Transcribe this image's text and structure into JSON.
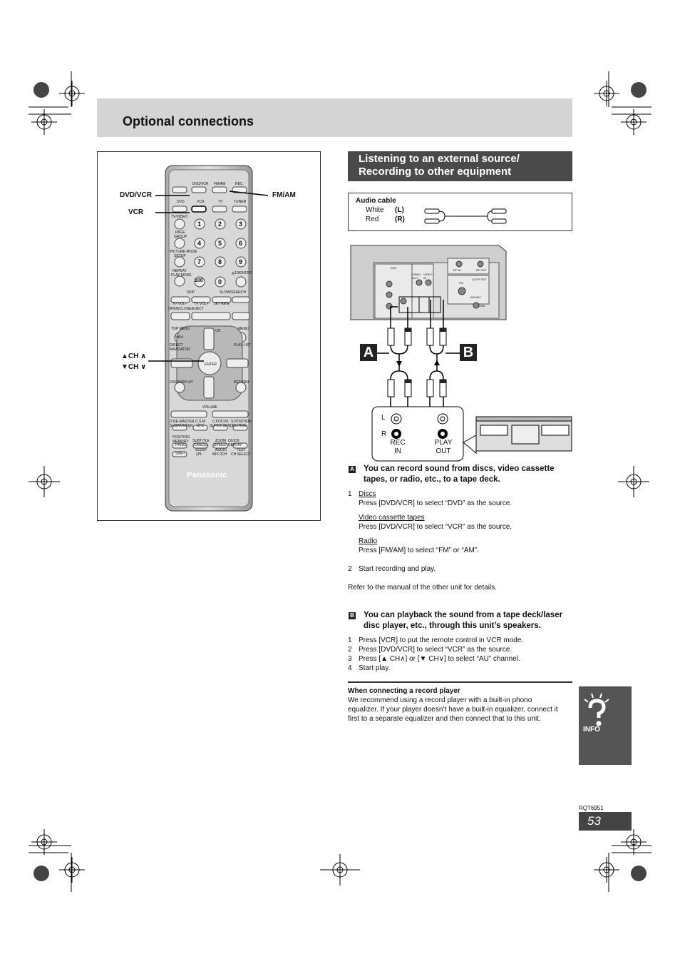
{
  "header": {
    "title": "Optional connections"
  },
  "remote": {
    "callouts": {
      "dvd_vcr": "DVD/VCR",
      "fm_am": "FM/AM",
      "vcr": "VCR",
      "ch_up": "▲CH ∧",
      "ch_down": "▼CH ∨"
    },
    "brand": "Panasonic",
    "keys": {
      "dvd_vcr": "DVD/VCR",
      "fm_am": "FM/AM",
      "rec": "REC",
      "dvd": "DVD",
      "vcr": "VCR",
      "tv": "TV",
      "tuner": "TUNER",
      "tv_video": "TV/VIDEO",
      "page": "PAGE",
      "group": "GROUP",
      "picture_mode": "PICTURE MODE",
      "setup": "SETUP",
      "repeat": "REPEAT",
      "play_mode": "PLAY MODE",
      "n1": "1",
      "n2": "2",
      "n3": "3",
      "n4": "4",
      "n5": "5",
      "n6": "6",
      "n7": "7",
      "n8": "8",
      "n9": "9",
      "n100": "100",
      "n0": "0",
      "ge10_enter": "≧10/ENTER",
      "skip": "SKIP",
      "slow_search": "SLOW/SEARCH",
      "tv_vol_minus": "TV VOL−",
      "tv_vol_plus": "TV VOL+",
      "jet_rew": "JET REW",
      "open_close_eject": "OPEN/CLOSE/EJECT",
      "top_menu": "TOP MENU",
      "menu": "MENU",
      "navi": "NAVI",
      "direct_navigator": "DIRECT NAVIGATOR",
      "play_list": "PLAY LIST",
      "ch": "CH",
      "enter": "ENTER",
      "osd_display": "OSD/DISPLAY",
      "return": "RETURN",
      "volume": "VOLUME",
      "d_remaster": "D.RE-MASTER",
      "subwoofer": "SUBWOOFER",
      "c_s_m": "C.S.M",
      "sfc": "SFC",
      "c_focus": "C.FOCUS",
      "super_srnd": "SUPER SRND",
      "s_position": "S.POSITION",
      "muting": "MUTING",
      "position_memory": "POSITION MEMORY",
      "prog": "PROG",
      "subtitle": "SUBTITLE",
      "cancel": "CANCEL",
      "zoom": "ZOOM",
      "speed": "SPEED",
      "quick_replay": "QUICK REPLAY",
      "shift": "SHIFT",
      "sleep": "SLEEP",
      "dpl": "▯PL",
      "audio": "AUDIO",
      "mix_2ch": "MIX 2CH",
      "test": "TEST",
      "ch_select": "CH SELECT"
    }
  },
  "section": {
    "title_line1": "Listening to an external source/",
    "title_line2": "Recording to other equipment"
  },
  "cable": {
    "heading": "Audio cable",
    "white": "White",
    "white_code": "(L)",
    "red": "Red",
    "red_code": "(R)"
  },
  "diagram": {
    "marker_a": "A",
    "marker_b": "B",
    "l": "L",
    "r": "R",
    "rec": "REC",
    "in": "IN",
    "play": "PLAY",
    "out": "OUT",
    "panel": {
      "rf_in": "RF IN",
      "rf_out": "RF OUT",
      "dvd": "DVD",
      "video_out": "VIDEO OUT",
      "video_in": "VIDEO IN",
      "loop": "LOOP",
      "ext": "EXT",
      "fm": "FM",
      "am": "AM ANT",
      "gnd": "GND"
    }
  },
  "a_section": {
    "badge": "A",
    "heading_l1": "You can record sound from discs, video cassette",
    "heading_l2": "tapes, or radio, etc., to a tape deck.",
    "step1_num": "1",
    "discs_label": "Discs",
    "discs_text": "Press [DVD/VCR] to select “DVD” as the source.",
    "vct_label": "Video cassette tapes",
    "vct_text": "Press [DVD/VCR] to select “VCR” as the source.",
    "radio_label": "Radio",
    "radio_text": "Press [FM/AM] to select “FM” or “AM”.",
    "step2_num": "2",
    "step2_text": "Start recording and play.",
    "refer": "Refer to the manual of the other unit for details."
  },
  "b_section": {
    "badge": "B",
    "heading_l1": "You can playback the sound from a tape deck/laser",
    "heading_l2": "disc player, etc., through this unit’s speakers.",
    "steps": [
      {
        "num": "1",
        "text": "Press [VCR] to put the remote control in VCR mode."
      },
      {
        "num": "2",
        "text": "Press [DVD/VCR] to select “VCR” as the source."
      },
      {
        "num": "3",
        "text": "Press [▲ CH∧] or [▼ CH∨] to select “AU” channel."
      },
      {
        "num": "4",
        "text": "Start play."
      }
    ]
  },
  "record_player": {
    "heading": "When connecting a record player",
    "l1": "We recommend using a record player with a built-in phono",
    "l2": "equalizer. If your player doesn’t have a built-in equalizer, connect it",
    "l3": "first to a separate equalizer and then connect that to this unit."
  },
  "info_tab": {
    "label": "INFO"
  },
  "footer": {
    "code": "RQT6951",
    "page": "53"
  }
}
